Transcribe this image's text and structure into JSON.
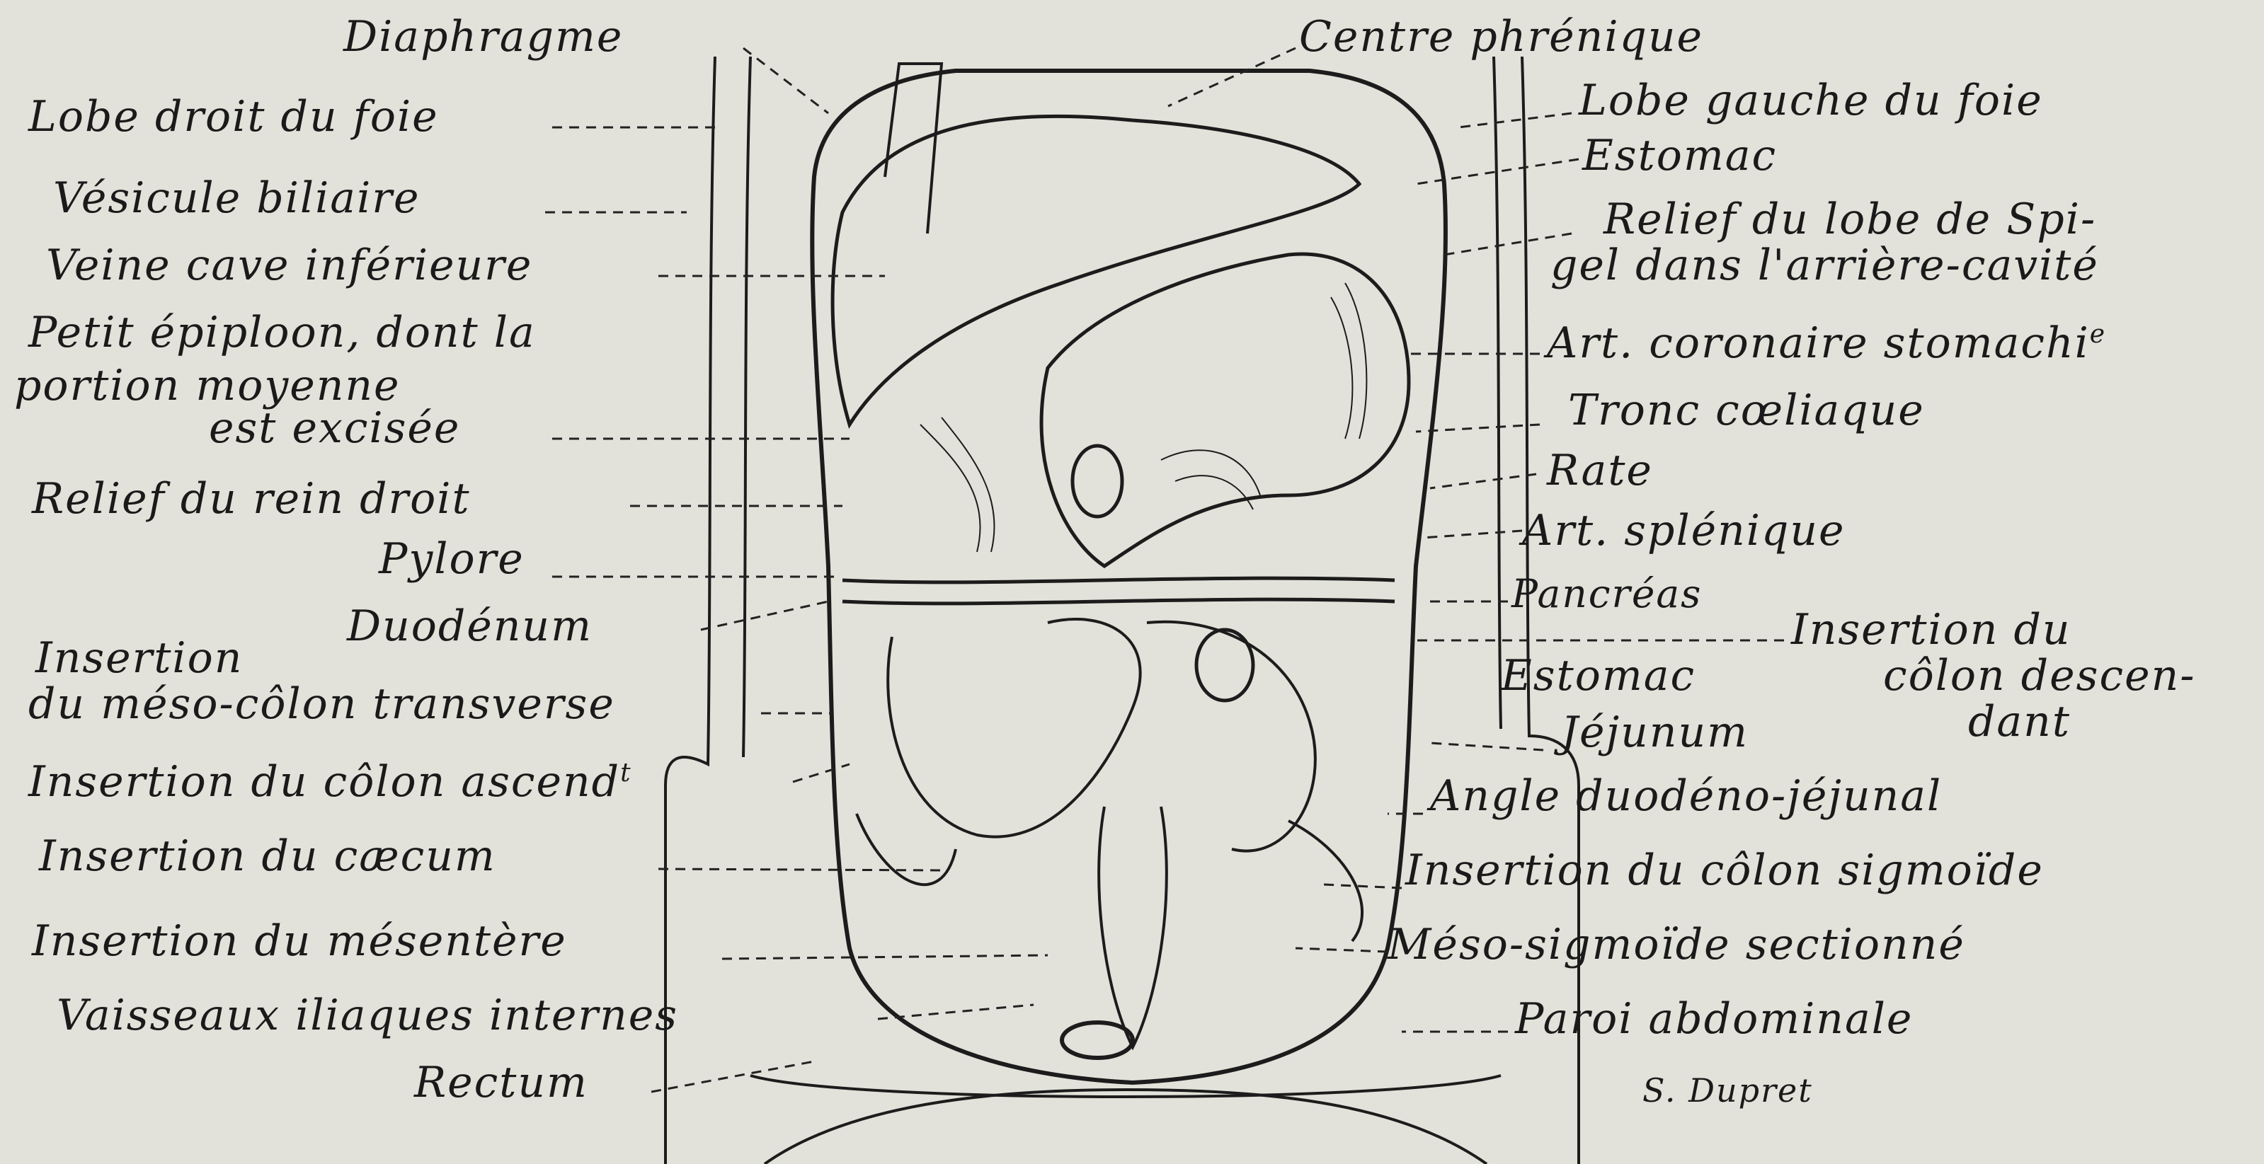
{
  "labels_left": [
    {
      "id": "diaphragme",
      "text": "Diaphragme"
    },
    {
      "id": "lobe-droit",
      "text": "Lobe droit du foie"
    },
    {
      "id": "vesicule",
      "text": "Vésicule biliaire"
    },
    {
      "id": "veine-cave",
      "text": "Veine cave inférieure"
    },
    {
      "id": "petit-epiploon-1",
      "text": "Petit épiploon, dont la"
    },
    {
      "id": "petit-epiploon-2",
      "text": "portion moyenne"
    },
    {
      "id": "petit-epiploon-3",
      "text": "est excisée"
    },
    {
      "id": "rein-droit",
      "text": "Relief du rein droit"
    },
    {
      "id": "pylore",
      "text": "Pylore"
    },
    {
      "id": "duodenum",
      "text": "Duodénum"
    },
    {
      "id": "meso-colon-1",
      "text": "Insertion"
    },
    {
      "id": "meso-colon-2",
      "text": "du méso-côlon transverse"
    },
    {
      "id": "colon-ascendant",
      "text": "Insertion du côlon ascend"
    },
    {
      "id": "caecum",
      "text": "Insertion du cæcum"
    },
    {
      "id": "mesentere",
      "text": "Insertion du mésentère"
    },
    {
      "id": "vaisseaux",
      "text": "Vaisseaux iliaques internes"
    },
    {
      "id": "rectum",
      "text": "Rectum"
    }
  ],
  "labels_right": [
    {
      "id": "centre-phrenique",
      "text": "Centre phrénique"
    },
    {
      "id": "lobe-gauche",
      "text": "Lobe gauche du foie"
    },
    {
      "id": "estomac-1",
      "text": "Estomac"
    },
    {
      "id": "spigel-1",
      "text": "Relief du lobe de Spi-"
    },
    {
      "id": "spigel-2",
      "text": "gel dans l'arrière-cavité"
    },
    {
      "id": "coronaire",
      "text": "Art. coronaire stomachi"
    },
    {
      "id": "tronc",
      "text": "Tronc cœliaque"
    },
    {
      "id": "rate",
      "text": "Rate"
    },
    {
      "id": "splenique",
      "text": "Art. splénique"
    },
    {
      "id": "pancreas",
      "text": "Pancréas"
    },
    {
      "id": "desc-1",
      "text": "Insertion du"
    },
    {
      "id": "desc-2",
      "text": "côlon descen-"
    },
    {
      "id": "desc-3",
      "text": "dant"
    },
    {
      "id": "estomac-2",
      "text": "Estomac"
    },
    {
      "id": "jejunum",
      "text": "Jéjunum"
    },
    {
      "id": "angle",
      "text": "Angle duodéno-jéjunal"
    },
    {
      "id": "sigmoide",
      "text": "Insertion du côlon sigmoïde"
    },
    {
      "id": "meso-sigmoide",
      "text": "Méso-sigmoïde sectionné"
    },
    {
      "id": "paroi",
      "text": "Paroi abdominale"
    }
  ],
  "superscripts": {
    "ascend_t": "t",
    "coronaire_e": "e"
  },
  "signature": "S. Dupret",
  "colors": {
    "background": "#e2e2da",
    "ink": "#1c1c1c"
  }
}
